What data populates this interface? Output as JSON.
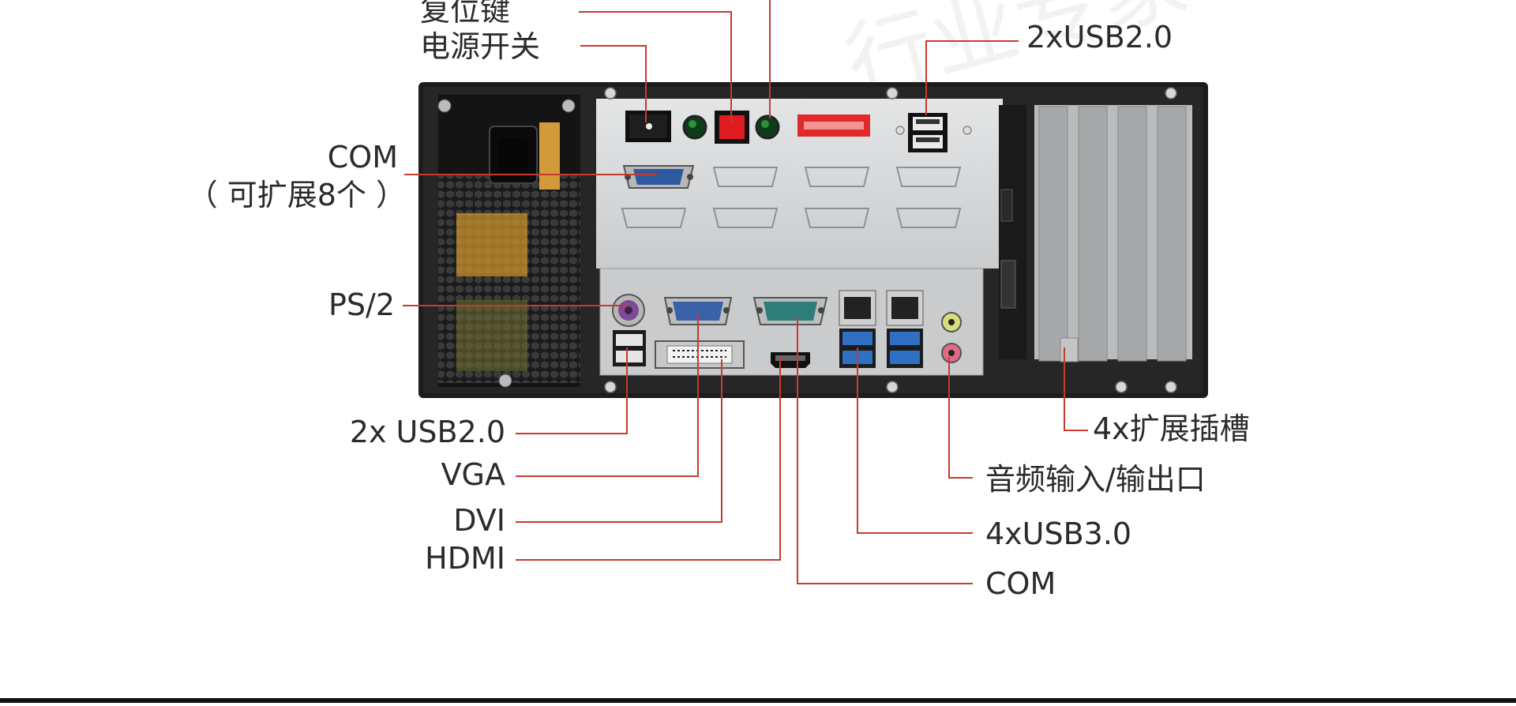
{
  "labels": {
    "reset_key": "复位键",
    "power_switch": "电源开关",
    "usb2_top": "2xUSB2.0",
    "com_expand_1": "COM",
    "com_expand_2": "（ 可扩展8个 ）",
    "ps2": "PS/2",
    "usb2_bottom": "2x USB2.0",
    "vga": "VGA",
    "dvi": "DVI",
    "hdmi": "HDMI",
    "expansion_slots": "4x扩展插槽",
    "audio": "音频输入/输出口",
    "usb3": "4xUSB3.0",
    "com_bottom": "COM"
  },
  "colors": {
    "leader_line": "#c83a2e",
    "chassis": "#1c1c1c",
    "panel": "#d6d8da",
    "vga_port": "#3a62a8",
    "usb3_port": "#2f6fc4",
    "power_button_red": "#e11b22",
    "audio_pink": "#e06a86",
    "audio_green": "#c9d86a"
  }
}
